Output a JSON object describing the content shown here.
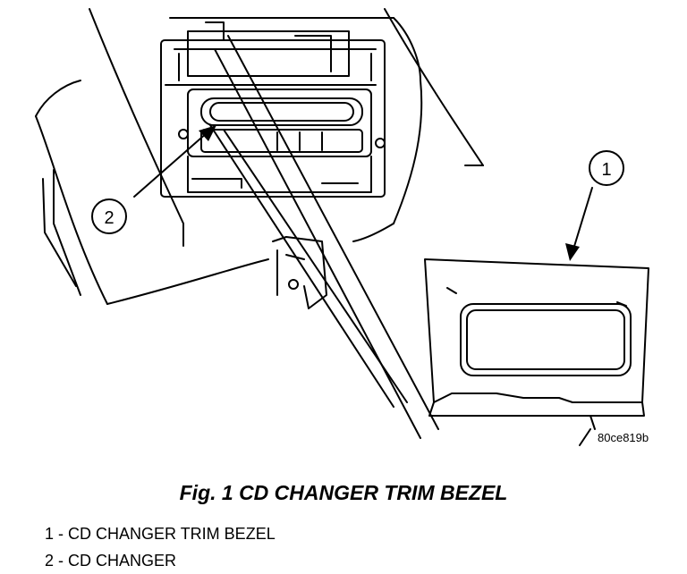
{
  "callouts": [
    "1",
    "2"
  ],
  "part_code": "80ce819b",
  "caption": "Fig. 1 CD CHANGER TRIM BEZEL",
  "legend": [
    "1 - CD CHANGER TRIM BEZEL",
    "2 - CD CHANGER"
  ]
}
